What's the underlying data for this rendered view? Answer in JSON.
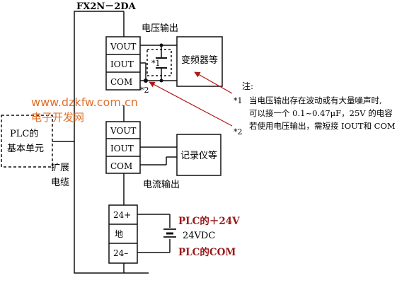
{
  "module": {
    "model": "FX2N－2DA",
    "voltage_terminals": [
      "VOUT",
      "IOUT",
      "COM"
    ],
    "current_terminals": [
      "VOUT",
      "IOUT",
      "COM"
    ],
    "power_terminals": [
      "24+",
      "地",
      "24–"
    ]
  },
  "labels": {
    "voltage_output": "电压输出",
    "current_output": "电流输出",
    "inverter": "变频器等",
    "recorder": "记录仪等",
    "plc_unit_line1": "PLC的",
    "plc_unit_line2": "基本单元",
    "ext_cable_line1": "扩展",
    "ext_cable_line2": "电缆",
    "note_mark_1": "*1",
    "note_mark_2": "*2"
  },
  "notes": {
    "title": "注:",
    "n1_mark": "*1",
    "n1_line1": "当电压输出存在波动或有大量噪声时,",
    "n1_line2": "可以接一个 0.1~0.47μF，25V 的电容",
    "n2_mark": "*2",
    "n2_line1": "若使用电压输出，需短接 IOUT和 COM"
  },
  "power": {
    "plus_label": "PLC的＋24V",
    "voltage": "24VDC",
    "minus_label": "PLC的COM"
  },
  "watermark": {
    "url": "www.dzkfw.com.cn",
    "site": "电子开发网"
  },
  "colors": {
    "line": "#111111",
    "power_label": "#9a1a1a",
    "watermark": "#e0702a",
    "marker": "#b01818"
  }
}
